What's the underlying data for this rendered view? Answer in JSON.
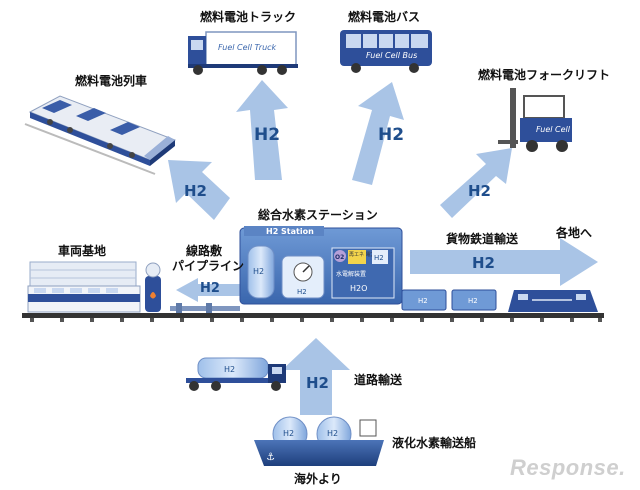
{
  "labels": {
    "fc_train": "燃料電池列車",
    "fc_truck": "燃料電池トラック",
    "fc_bus": "燃料電池バス",
    "fc_forklift": "燃料電池フォークリフト",
    "station": "総合水素ステーション",
    "depot": "車両基地",
    "pipeline_line1": "線路敷",
    "pipeline_line2": "パイプライン",
    "freight": "貨物鉄道輸送",
    "destinations": "各地へ",
    "road": "道路輸送",
    "ship": "液化水素輸送船",
    "overseas": "海外より"
  },
  "vehicle_text": {
    "truck": "Fuel Cell Truck",
    "bus": "Fuel Cell Bus",
    "forklift": "Fuel Cell"
  },
  "station": {
    "name": "H2 Station",
    "tank_label": "H2",
    "dispenser_label": "H2",
    "o2": "O2",
    "renewable": "再エネ\n電力",
    "electrolysis": "水電解装置",
    "h2o": "H2O",
    "h2_out": "H2"
  },
  "h2_label": "H2",
  "colors": {
    "arrow": "#a9c4e6",
    "h2_text": "#1f4e8c",
    "vehicle_blue": "#2e4f9a",
    "rail": "#333333"
  },
  "watermark": "Response."
}
